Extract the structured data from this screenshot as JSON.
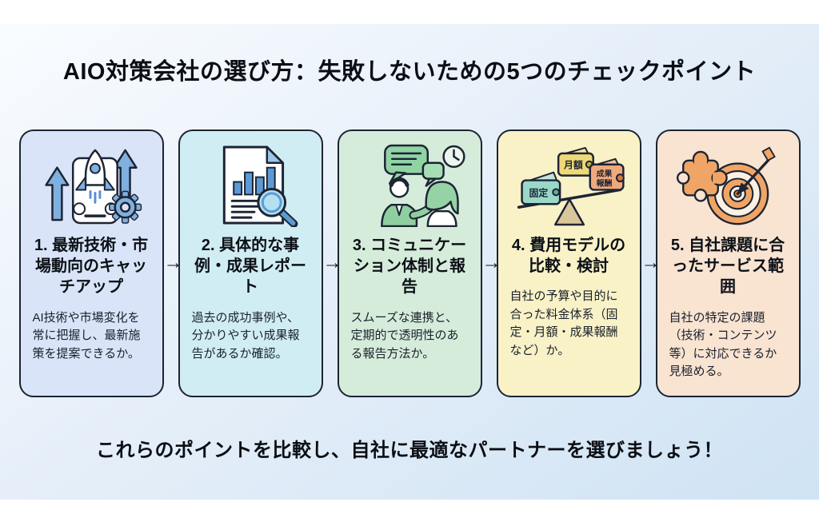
{
  "title": "AIO対策会社の選び方：失敗しないための5つのチェックポイント",
  "footer": "これらのポイントを比較し、自社に最適なパートナーを選びましょう！",
  "flow_arrow": "→",
  "palette": {
    "card1_bg": "#d9e4f8",
    "card2_bg": "#d0edf3",
    "card3_bg": "#d6ecdb",
    "card4_bg": "#f9f2c7",
    "card5_bg": "#f9e3d1",
    "card_border": "#1c2433",
    "accent_blue": "#7fb0e0",
    "accent_chart_blue": "#5b9bd5",
    "accent_green": "#90d4a4",
    "accent_teal_wallet": "#9ad8c8",
    "accent_yellow_wallet": "#eed97a",
    "accent_orange_wallet": "#efa97c",
    "accent_orange": "#f0a566"
  },
  "cards": [
    {
      "heading": "1. 最新技術・市場動向のキャッチアップ",
      "body": "AI技術や市場変化を常に把握し、最新施策を提案できるか。",
      "icon": "rocket-launch-icon"
    },
    {
      "heading": "2. 具体的な事例・成果レポート",
      "body": "過去の成功事例や、分かりやすい成果報告があるか確認。",
      "icon": "report-magnifier-icon"
    },
    {
      "heading": "3. コミュニケーション体制と報告",
      "body": "スムーズな連携と、定期的で透明性のある報告方法か。",
      "icon": "communication-icon"
    },
    {
      "heading": "4. 費用モデルの比較・検討",
      "body": "自社の予算や目的に合った料金体系（固定・月額・成果報酬など）か。",
      "icon": "cost-balance-icon"
    },
    {
      "heading": "5. 自社課題に合ったサービス範囲",
      "body": "自社の特定の課題（技術・コンテンツ等）に対応できるか見極める。",
      "icon": "puzzle-target-icon"
    }
  ],
  "wallets": {
    "fixed": "固定",
    "monthly": "月額",
    "performance_line1": "成果",
    "performance_line2": "報酬"
  }
}
